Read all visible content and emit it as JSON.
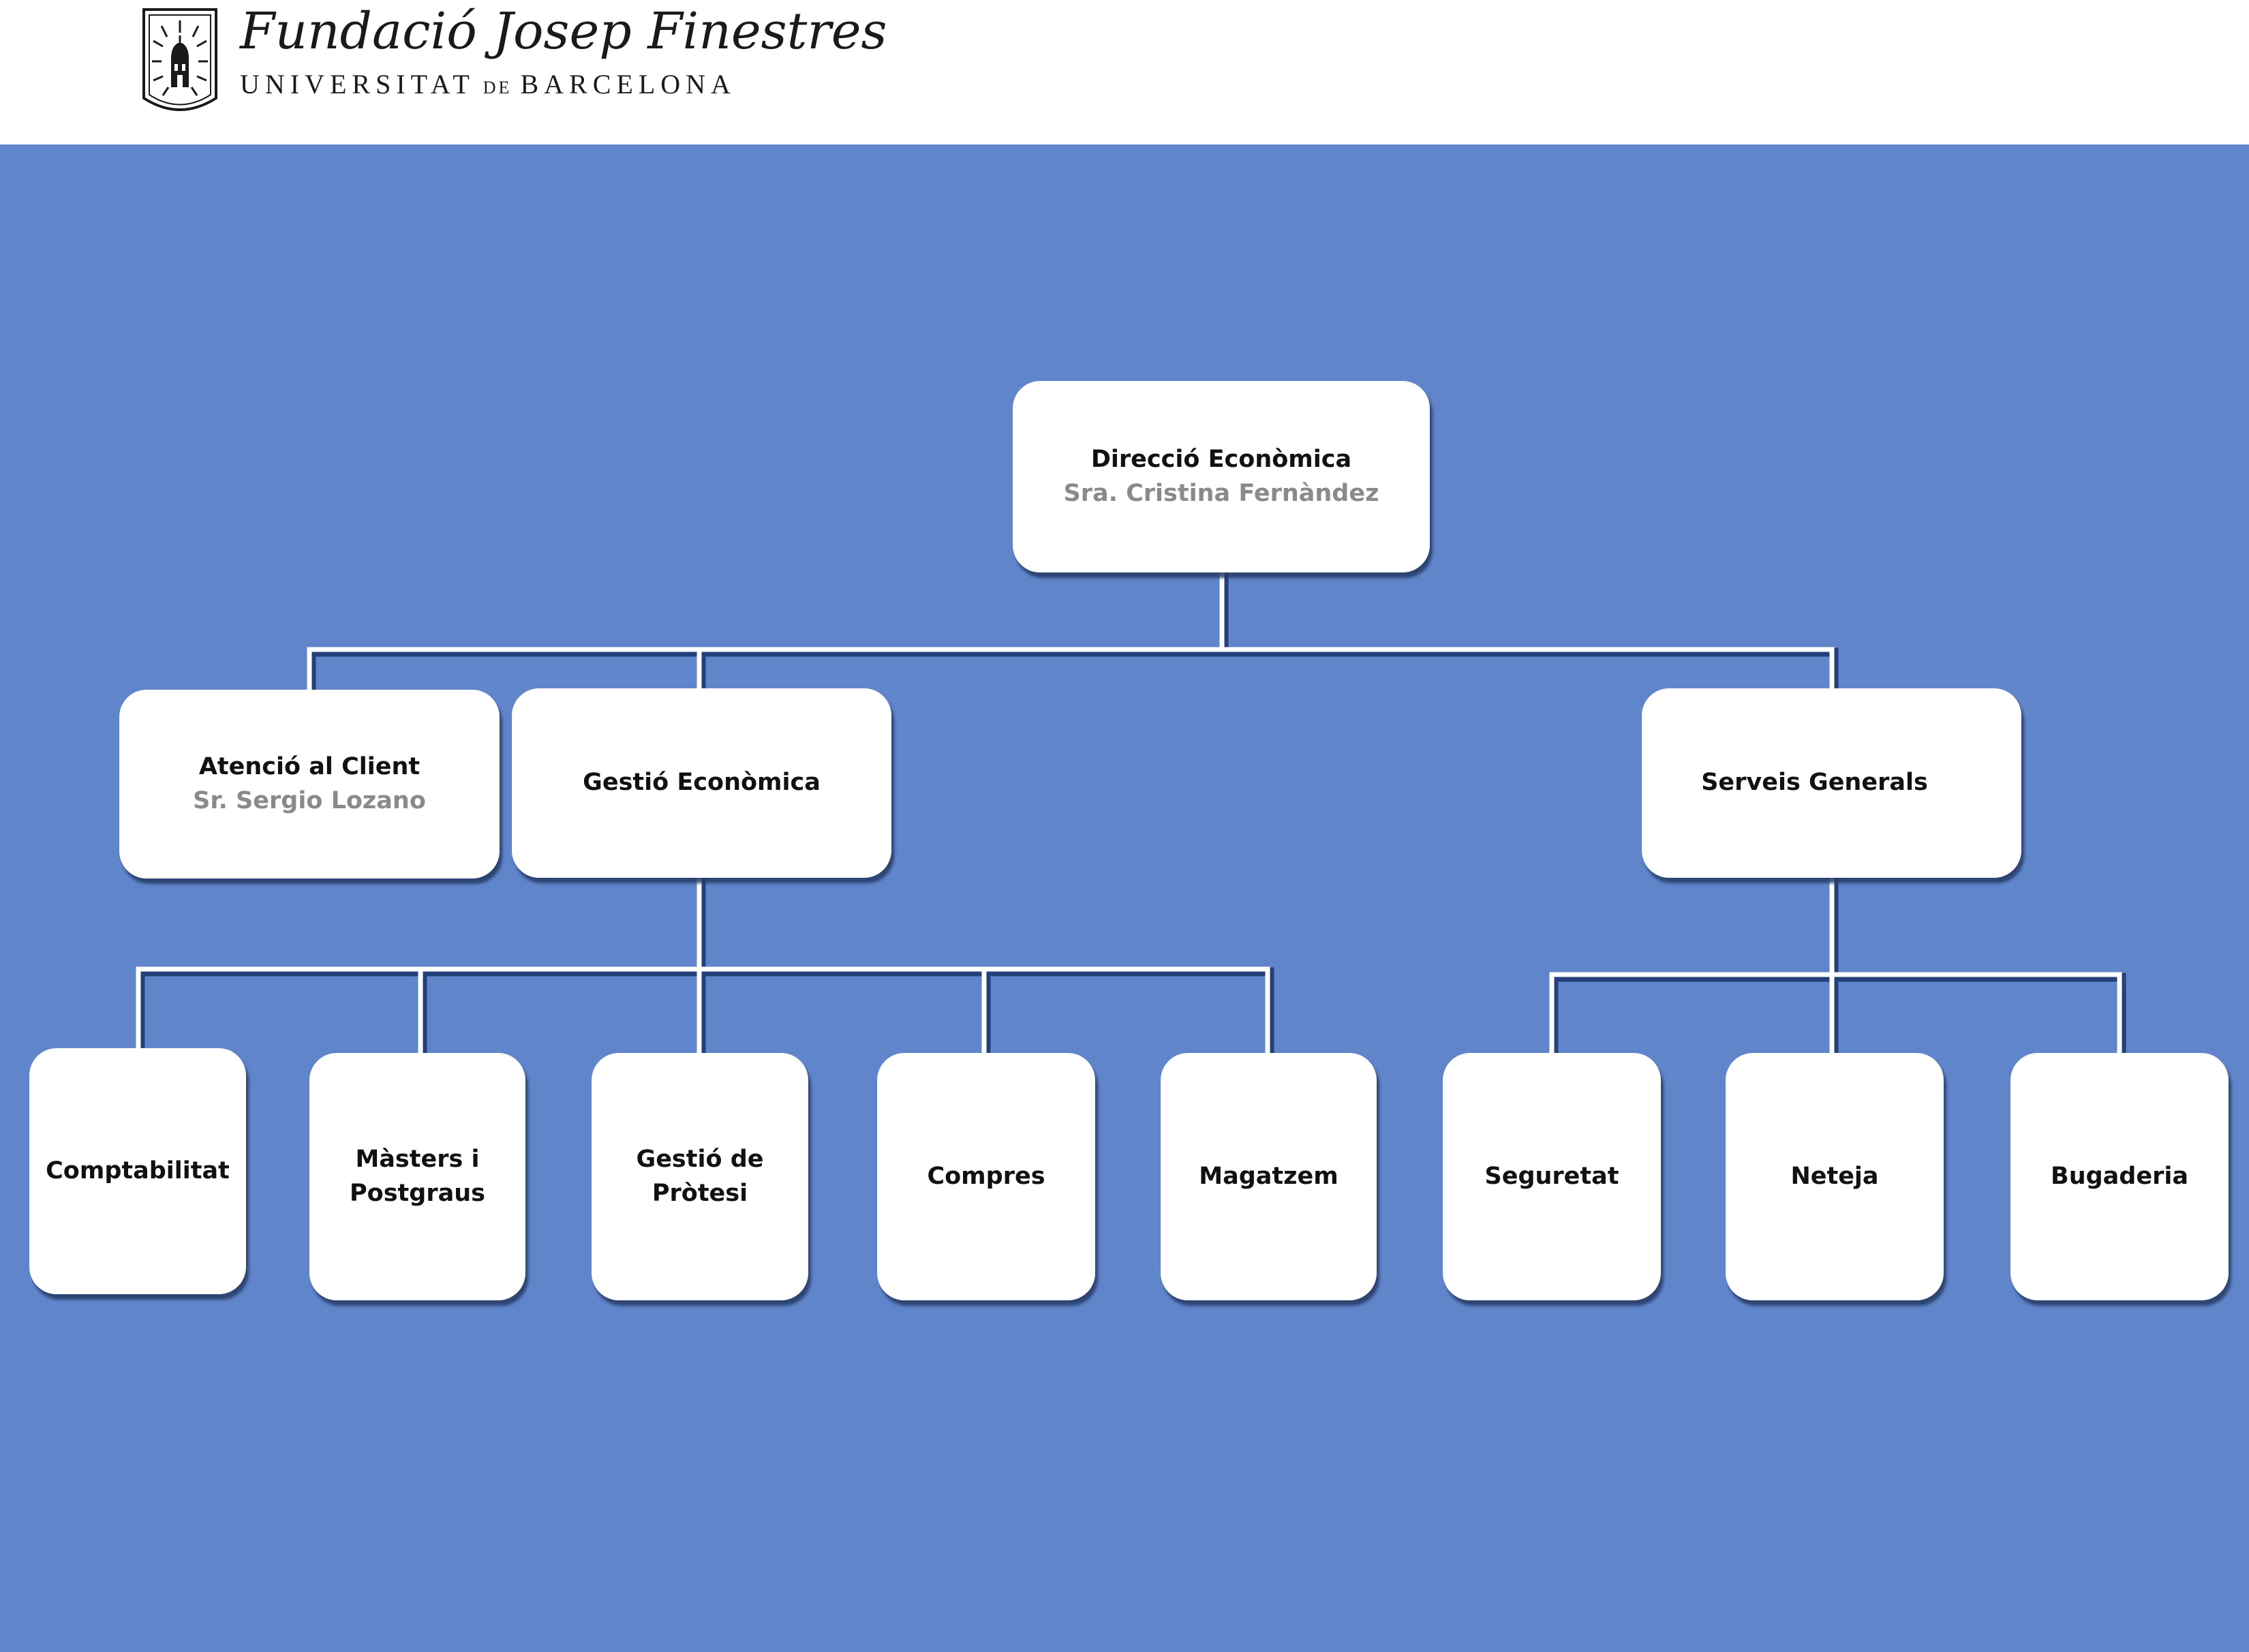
{
  "header": {
    "logo_icon": "university-seal-icon",
    "org_name": "Fundació Josep Finestres",
    "univ_prefix": "UNIVERSITAT",
    "univ_de": "DE",
    "univ_suffix": "BARCELONA"
  },
  "colors": {
    "background": "#6085cb",
    "node_fill": "#ffffff",
    "connector": "#ffffff",
    "person_text": "#8a8a8a"
  },
  "org_chart": {
    "root": {
      "title": "Direcció Econòmica",
      "person": "Sra. Cristina Fernàndez"
    },
    "level2": [
      {
        "title": "Atenció al Client",
        "person": "Sr. Sergio Lozano"
      },
      {
        "title": "Gestió Econòmica"
      },
      {
        "title": "Serveis Generals"
      }
    ],
    "gestio_economica_children": [
      {
        "title": "Comptabilitat"
      },
      {
        "title": "Màsters i\nPostgraus"
      },
      {
        "title": "Gestió de\nPròtesi"
      },
      {
        "title": "Compres"
      },
      {
        "title": "Magatzem"
      }
    ],
    "serveis_generals_children": [
      {
        "title": "Seguretat"
      },
      {
        "title": "Neteja"
      },
      {
        "title": "Bugaderia"
      }
    ]
  }
}
